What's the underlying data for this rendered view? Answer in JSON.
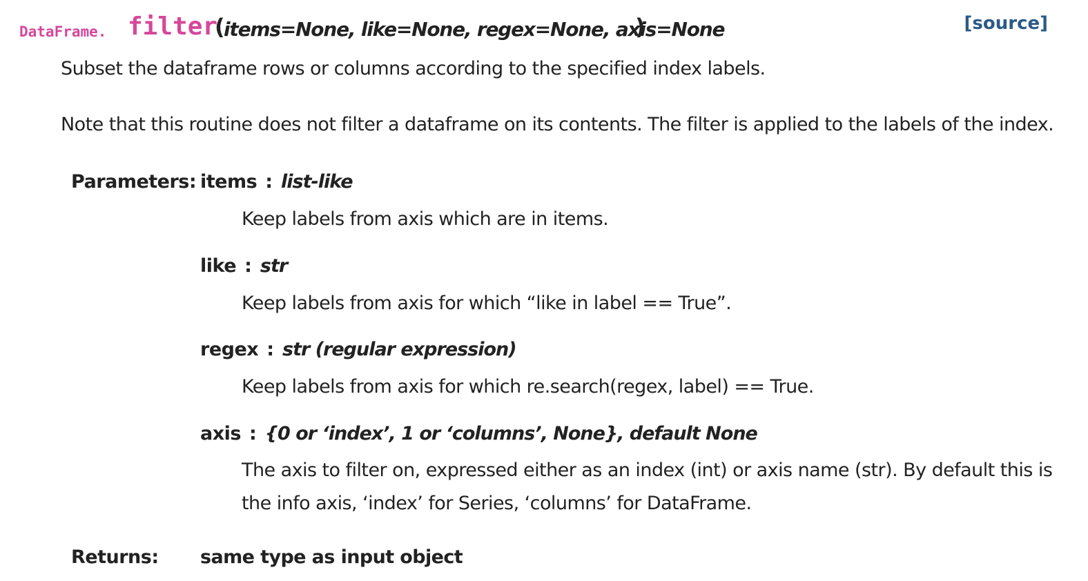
{
  "signature": {
    "prefix": "DataFrame.",
    "name": "filter",
    "paren_open": "(",
    "params": "items=None, like=None, regex=None, axis=None",
    "paren_close": ")",
    "source_link": "[source]"
  },
  "summary": "Subset the dataframe rows or columns according to the specified index labels.",
  "note": "Note that this routine does not filter a dataframe on its contents. The filter is applied to the labels of the index.",
  "parameters_label": "Parameters:",
  "separator": ":",
  "parameters": [
    {
      "name": "items",
      "type": "list-like",
      "description": "Keep labels from axis which are in items."
    },
    {
      "name": "like",
      "type": "str",
      "description": "Keep labels from axis for which “like in label == True”."
    },
    {
      "name": "regex",
      "type": "str (regular expression)",
      "description": "Keep labels from axis for which re.search(regex, label) == True."
    },
    {
      "name": "axis",
      "type": "{0 or ‘index’, 1 or ‘columns’, None}, default None",
      "description_lines": [
        "The axis to filter on, expressed either as an index (int) or axis name (str). By default this is",
        "the info axis, ‘index’ for Series, ‘columns’ for DataFrame."
      ]
    }
  ],
  "returns_label": "Returns:",
  "returns_type": "same type as input object",
  "colors": {
    "signature_name": "#d6479b",
    "source_link": "#2b5a86",
    "text": "#222222"
  }
}
